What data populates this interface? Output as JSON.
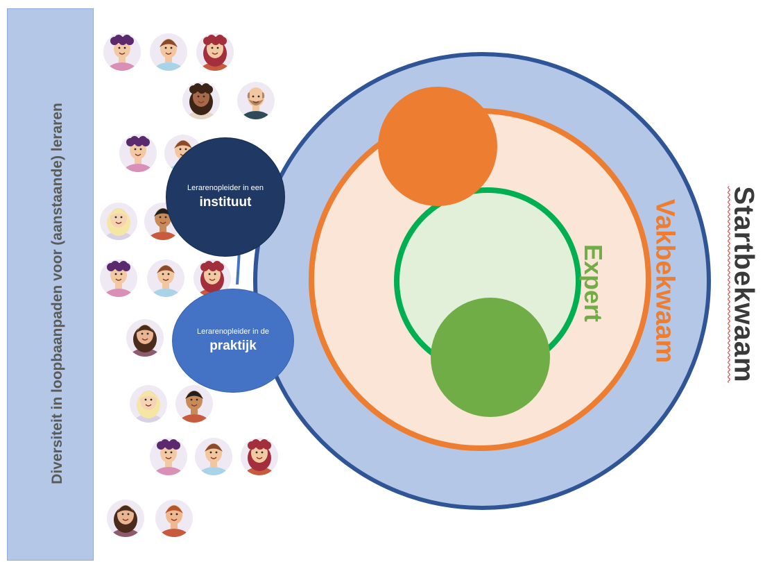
{
  "sidebar": {
    "label": "Diversiteit in loopbaanpaden voor (aanstaande) leraren"
  },
  "rings": {
    "startbekwaam": "Startbekwaam",
    "vakbekwaam": "Vakbekwaam",
    "expert": "Expert"
  },
  "bubbles": {
    "instituut": {
      "line1": "Lerarenopleider in een",
      "line2": "instituut"
    },
    "praktijk": {
      "line1": "Lerarenopleider in de",
      "line2": "praktijk"
    }
  },
  "colors": {
    "outer_fill": "#b4c7e7",
    "outer_stroke": "#2f5597",
    "vak_fill": "#fbe5d6",
    "vak_stroke": "#ed7d31",
    "expert_fill": "#e2f0d9",
    "expert_stroke": "#00b050",
    "orange_dot": "#ed7d31",
    "green_dot": "#70ad47",
    "instituut": "#1f3864",
    "praktijk": "#4472c4"
  },
  "avatars": [
    {
      "icon": "person-icon",
      "variant": "purple-curly-hair-man"
    },
    {
      "icon": "person-icon",
      "variant": "brown-hair-man"
    },
    {
      "icon": "person-icon",
      "variant": "red-curly-hair-woman"
    },
    {
      "icon": "person-icon",
      "variant": "dark-curly-hair-woman"
    },
    {
      "icon": "person-icon",
      "variant": "bald-bearded-man"
    },
    {
      "icon": "person-icon",
      "variant": "purple-curly-hair-man"
    },
    {
      "icon": "person-icon",
      "variant": "brown-hair-man-partial"
    },
    {
      "icon": "person-icon",
      "variant": "blonde-woman"
    },
    {
      "icon": "person-icon",
      "variant": "black-hair-man"
    },
    {
      "icon": "person-icon",
      "variant": "purple-curly-hair-man"
    },
    {
      "icon": "person-icon",
      "variant": "brown-hair-man"
    },
    {
      "icon": "person-icon",
      "variant": "red-curly-hair-woman-partial"
    },
    {
      "icon": "person-icon",
      "variant": "brown-bob-woman"
    },
    {
      "icon": "person-icon",
      "variant": "blonde-woman"
    },
    {
      "icon": "person-icon",
      "variant": "black-hair-man"
    },
    {
      "icon": "person-icon",
      "variant": "purple-curly-hair-man"
    },
    {
      "icon": "person-icon",
      "variant": "brown-hair-man"
    },
    {
      "icon": "person-icon",
      "variant": "red-curly-hair-woman"
    },
    {
      "icon": "person-icon",
      "variant": "brown-bob-woman"
    },
    {
      "icon": "person-icon",
      "variant": "ginger-man"
    }
  ]
}
